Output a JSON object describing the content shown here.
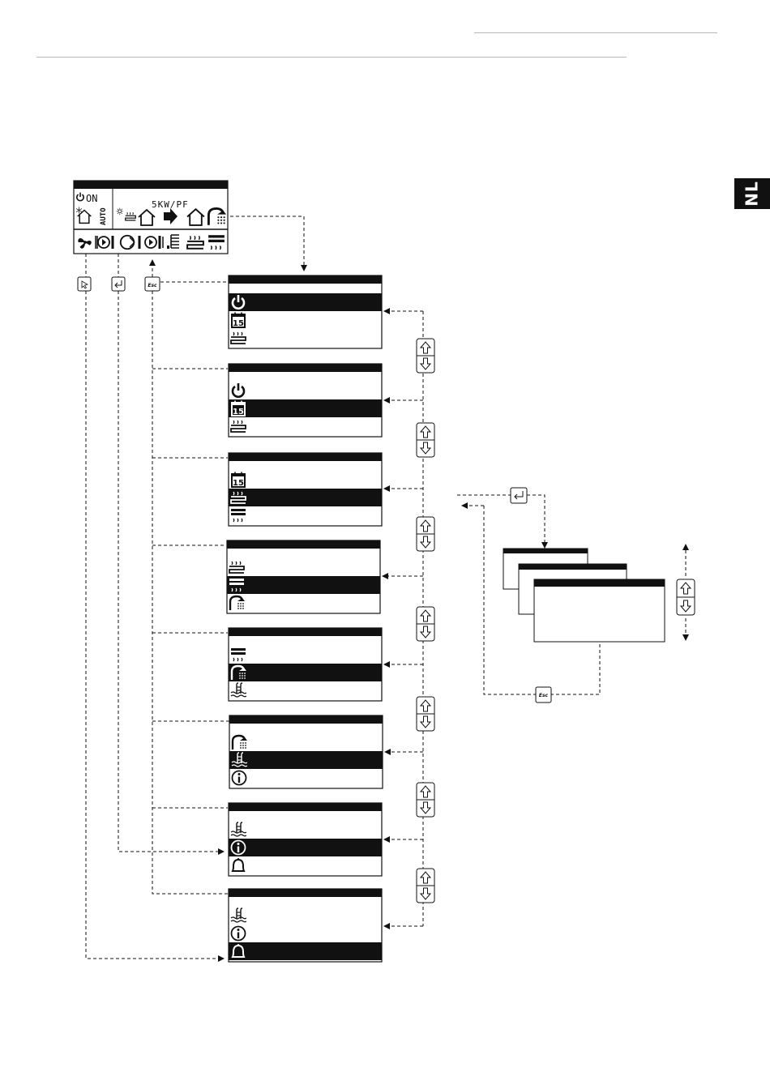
{
  "language_tab": {
    "label": "NL"
  },
  "main_display": {
    "power_label": "ON",
    "mode_label": "AUTO",
    "model_label": "5KW/PF"
  },
  "keys": {
    "esc_label": "Esc"
  },
  "menu_screens": [
    {
      "items": [
        "power-icon",
        "calendar-icon",
        "floor-heating-icon"
      ],
      "selected": 0
    },
    {
      "items": [
        "power-icon",
        "calendar-icon",
        "floor-heating-icon"
      ],
      "selected": 1
    },
    {
      "items": [
        "calendar-icon",
        "floor-heating-icon",
        "radiator-icon"
      ],
      "selected": 1
    },
    {
      "items": [
        "floor-heating-icon",
        "radiator-icon",
        "shower-icon"
      ],
      "selected": 1
    },
    {
      "items": [
        "radiator-icon",
        "shower-icon",
        "pool-icon"
      ],
      "selected": 1
    },
    {
      "items": [
        "shower-icon",
        "pool-icon",
        "info-icon"
      ],
      "selected": 1
    },
    {
      "items": [
        "pool-icon",
        "info-icon",
        "bell-icon"
      ],
      "selected": 1
    },
    {
      "items": [
        "pool-icon",
        "info-icon",
        "bell-icon"
      ],
      "selected": 2
    }
  ],
  "colors": {
    "ink": "#111111",
    "paper": "#ffffff",
    "rule": "#b8b8b8"
  }
}
